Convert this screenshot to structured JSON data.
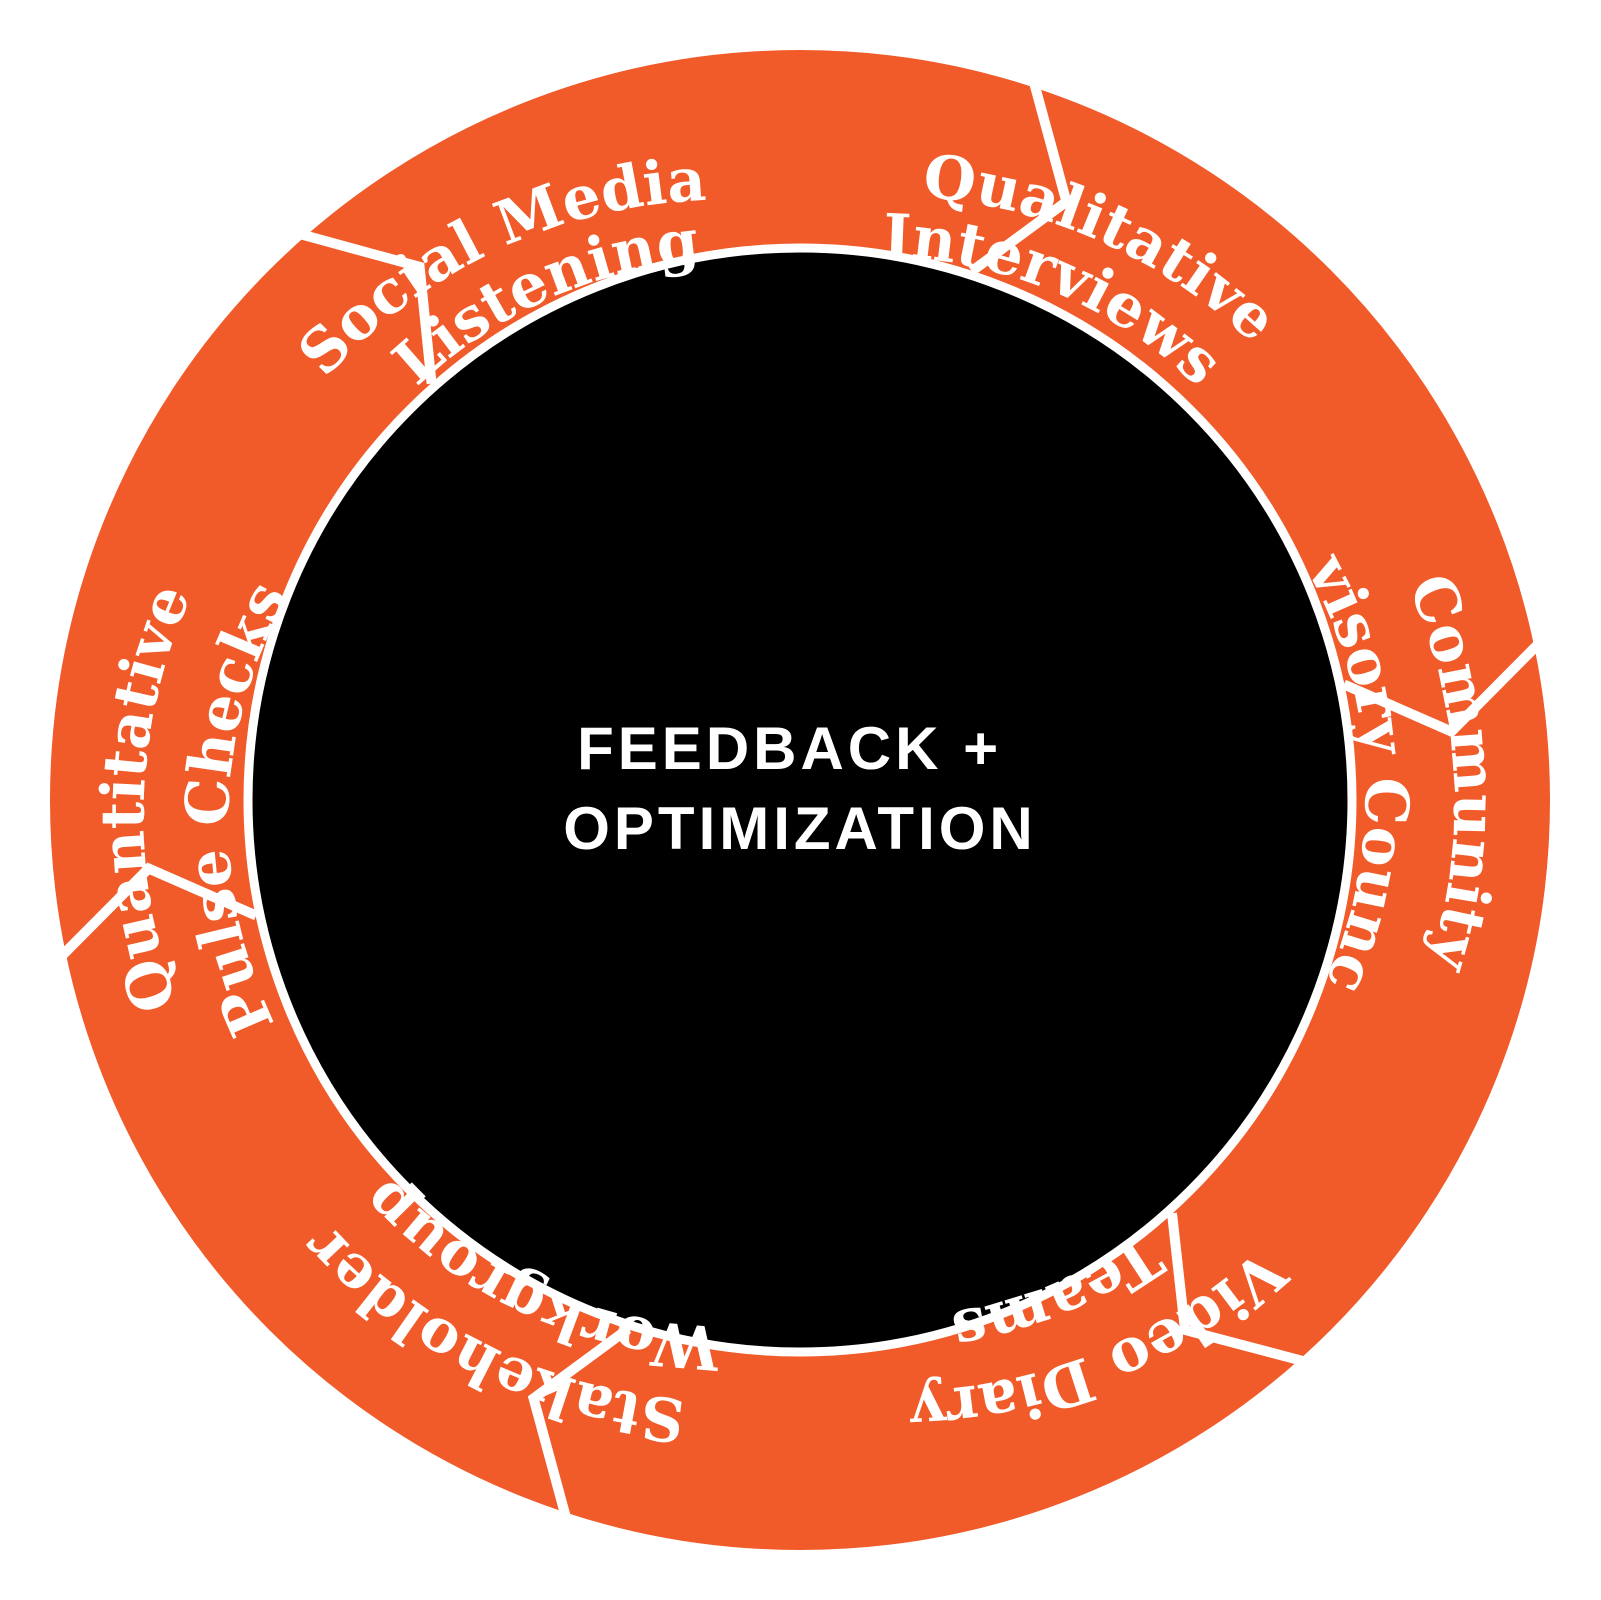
{
  "center": {
    "lines": [
      "FEEDBACK +",
      "OPTIMIZATION"
    ]
  },
  "segments": [
    {
      "id": "social-media-listening",
      "lines": [
        "Social Media",
        "Listening"
      ]
    },
    {
      "id": "qualitative-interviews",
      "lines": [
        "Qualitative",
        "Interviews"
      ]
    },
    {
      "id": "community-advisory-councils",
      "lines": [
        "Community",
        "Advisory Councils"
      ]
    },
    {
      "id": "video-diary-teams",
      "lines": [
        "Video Diary",
        "Teams"
      ]
    },
    {
      "id": "stakeholder-workgroups",
      "lines": [
        "Stakeholder",
        "Workgroups"
      ]
    },
    {
      "id": "quantitative-pulse-checks",
      "lines": [
        "Quantitative",
        "Pulse Checks"
      ]
    }
  ],
  "colors": {
    "ring": "#f15a29",
    "center": "#000000",
    "separator": "#ffffff",
    "text": "#ffffff"
  }
}
